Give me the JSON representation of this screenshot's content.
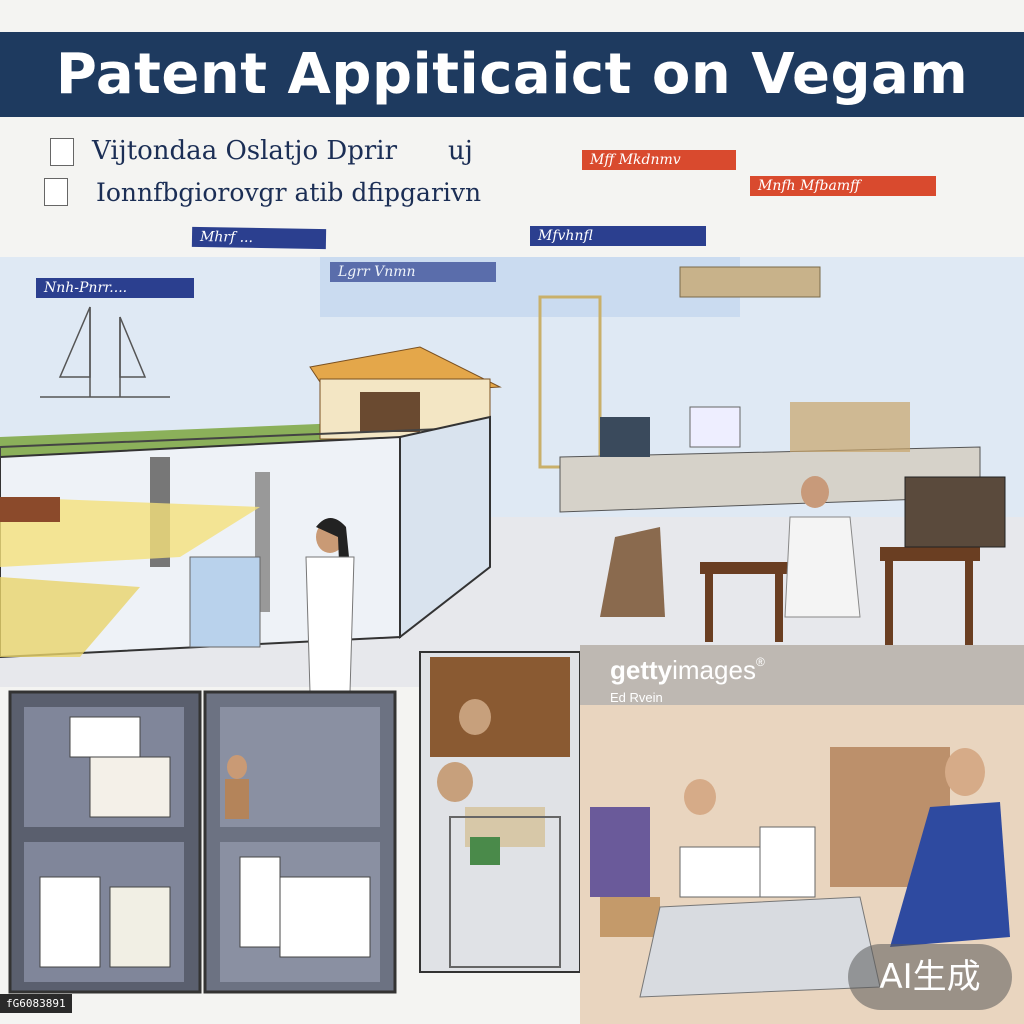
{
  "banner": {
    "title": "Patent Appiticaict on Vegam"
  },
  "subtitle": {
    "line1": "Vijtondaa Oslatjo Dprir",
    "line1_tail": "uj",
    "line2": "Ionnfbgiorovgr atib dfipgarivn"
  },
  "tags": [
    {
      "text": "Mhrf ...",
      "color": "blue"
    },
    {
      "text": "Mfvhnfl",
      "color": "blue"
    },
    {
      "text": "Nnh-Pnrr....",
      "color": "blue"
    },
    {
      "text": "Mff Mkdnmv",
      "color": "red"
    },
    {
      "text": "Mnfh Mfbamff",
      "color": "red"
    },
    {
      "text": "Lgrr Vnmn",
      "color": "blue"
    }
  ],
  "watermark": {
    "brand_bold": "getty",
    "brand_light": "images",
    "registered": "®",
    "credit": "Ed Rvein"
  },
  "badge": {
    "text": "AI生成"
  },
  "code": "fG6083891",
  "palette": {
    "banner_bg": "#1e3a5f",
    "tag_blue": "#2b3f8f",
    "tag_red": "#d94a2e",
    "shelf_gray": "#4a4f5c",
    "office_tan": "#d8b48a",
    "sky_blue": "#a9c6e8",
    "grass": "#7aa04a"
  }
}
